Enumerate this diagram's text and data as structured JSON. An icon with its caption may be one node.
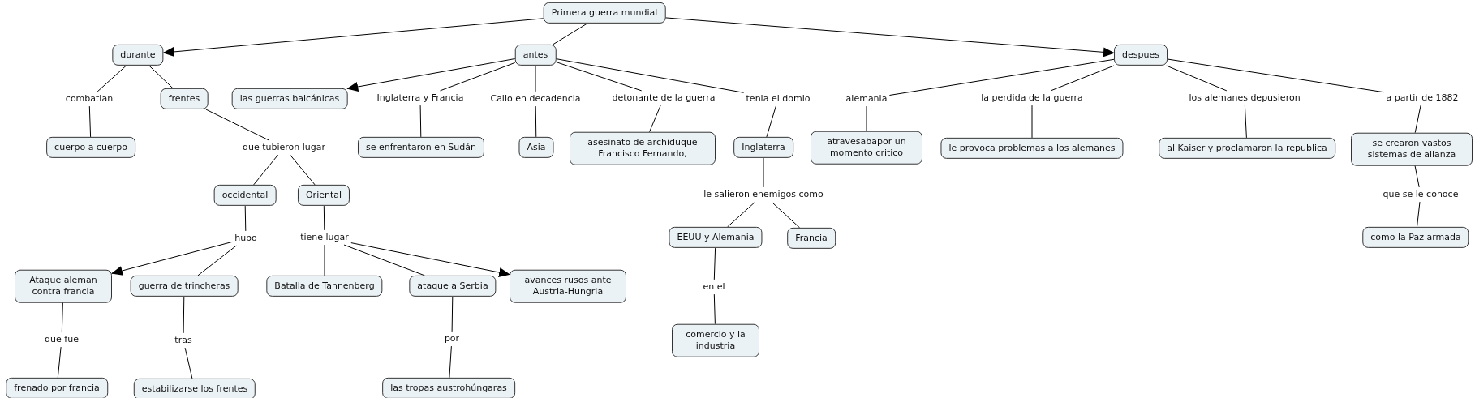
{
  "diagram": {
    "nodes": [
      {
        "text": [
          "Primera guerra mundial"
        ]
      },
      {
        "text": [
          "durante"
        ]
      },
      {
        "text": [
          "antes"
        ]
      },
      {
        "text": [
          "despues"
        ]
      },
      {
        "text": [
          "combatian"
        ]
      },
      {
        "text": [
          "frentes"
        ]
      },
      {
        "text": [
          "las guerras balcánicas"
        ]
      },
      {
        "text": [
          "Inglaterra y Francia"
        ]
      },
      {
        "text": [
          "Callo en decadencia"
        ]
      },
      {
        "text": [
          "detonante de la guerra"
        ]
      },
      {
        "text": [
          "tenia el domio"
        ]
      },
      {
        "text": [
          "alemania"
        ]
      },
      {
        "text": [
          "la perdida de la guerra"
        ]
      },
      {
        "text": [
          "los alemanes depusieron"
        ]
      },
      {
        "text": [
          "a partir de 1882"
        ]
      },
      {
        "text": [
          "cuerpo a cuerpo"
        ]
      },
      {
        "text": [
          "se enfrentaron en Sudán"
        ]
      },
      {
        "text": [
          "Asia"
        ]
      },
      {
        "text": [
          "asesinato de archiduque Francisco Fernando,"
        ]
      },
      {
        "text": [
          "Inglaterra"
        ]
      },
      {
        "text": [
          "atravesabapor un momento critico"
        ]
      },
      {
        "text": [
          "le provoca problemas a los alemanes"
        ]
      },
      {
        "text": [
          "al Kaiser y proclamaron la republica"
        ]
      },
      {
        "text": [
          "se crearon vastos sistemas de alianza"
        ]
      },
      {
        "text": [
          "que tubieron lugar"
        ]
      },
      {
        "text": [
          "le salieron enemigos como"
        ]
      },
      {
        "text": [
          "que se le conoce"
        ]
      },
      {
        "text": [
          "occidental"
        ]
      },
      {
        "text": [
          "Oriental"
        ]
      },
      {
        "text": [
          "EEUU y Alemania"
        ]
      },
      {
        "text": [
          "Francia"
        ]
      },
      {
        "text": [
          "como la Paz armada"
        ]
      },
      {
        "text": [
          "hubo"
        ]
      },
      {
        "text": [
          "tiene lugar"
        ]
      },
      {
        "text": [
          "en el"
        ]
      },
      {
        "text": [
          "Ataque aleman contra francia"
        ]
      },
      {
        "text": [
          "guerra de trincheras"
        ]
      },
      {
        "text": [
          "Batalla de Tannenberg"
        ]
      },
      {
        "text": [
          "ataque a Serbia"
        ]
      },
      {
        "text": [
          "avances rusos ante Austria-Hungria"
        ]
      },
      {
        "text": [
          "comercio y la industria"
        ]
      },
      {
        "text": [
          "que fue"
        ]
      },
      {
        "text": [
          "tras"
        ]
      },
      {
        "text": [
          "por"
        ]
      },
      {
        "text": [
          "frenado por francia"
        ]
      },
      {
        "text": [
          "estabilizarse los frentes"
        ]
      },
      {
        "text": [
          "las tropas austrohúngaras"
        ]
      }
    ],
    "edges": [
      {
        "from": 0,
        "to": 1,
        "arrow": "to"
      },
      {
        "from": 0,
        "to": 2,
        "arrow": "none"
      },
      {
        "from": 0,
        "to": 3,
        "arrow": "to"
      },
      {
        "from": 1,
        "to": 4,
        "arrow": "none"
      },
      {
        "from": 4,
        "to": 15,
        "arrow": "none"
      },
      {
        "from": 1,
        "to": 5,
        "arrow": "none"
      },
      {
        "from": 5,
        "to": 24,
        "arrow": "none"
      },
      {
        "from": 24,
        "to": 27,
        "arrow": "none"
      },
      {
        "from": 24,
        "to": 28,
        "arrow": "none"
      },
      {
        "from": 27,
        "to": 32,
        "arrow": "none"
      },
      {
        "from": 32,
        "to": 35,
        "arrow": "to"
      },
      {
        "from": 32,
        "to": 36,
        "arrow": "none"
      },
      {
        "from": 35,
        "to": 41,
        "arrow": "none"
      },
      {
        "from": 41,
        "to": 44,
        "arrow": "none"
      },
      {
        "from": 36,
        "to": 42,
        "arrow": "none"
      },
      {
        "from": 42,
        "to": 45,
        "arrow": "none"
      },
      {
        "from": 28,
        "to": 33,
        "arrow": "none"
      },
      {
        "from": 33,
        "to": 37,
        "arrow": "none"
      },
      {
        "from": 33,
        "to": 38,
        "arrow": "none"
      },
      {
        "from": 33,
        "to": 39,
        "arrow": "to"
      },
      {
        "from": 38,
        "to": 43,
        "arrow": "none"
      },
      {
        "from": 43,
        "to": 46,
        "arrow": "none"
      },
      {
        "from": 2,
        "to": 6,
        "arrow": "to"
      },
      {
        "from": 2,
        "to": 7,
        "arrow": "none"
      },
      {
        "from": 7,
        "to": 16,
        "arrow": "none"
      },
      {
        "from": 2,
        "to": 8,
        "arrow": "none"
      },
      {
        "from": 8,
        "to": 17,
        "arrow": "none"
      },
      {
        "from": 2,
        "to": 9,
        "arrow": "none"
      },
      {
        "from": 9,
        "to": 18,
        "arrow": "none"
      },
      {
        "from": 2,
        "to": 10,
        "arrow": "none"
      },
      {
        "from": 10,
        "to": 19,
        "arrow": "none"
      },
      {
        "from": 19,
        "to": 25,
        "arrow": "none"
      },
      {
        "from": 25,
        "to": 29,
        "arrow": "none"
      },
      {
        "from": 25,
        "to": 30,
        "arrow": "none"
      },
      {
        "from": 29,
        "to": 34,
        "arrow": "none"
      },
      {
        "from": 34,
        "to": 40,
        "arrow": "none"
      },
      {
        "from": 3,
        "to": 11,
        "arrow": "none"
      },
      {
        "from": 11,
        "to": 20,
        "arrow": "none"
      },
      {
        "from": 3,
        "to": 12,
        "arrow": "none"
      },
      {
        "from": 12,
        "to": 21,
        "arrow": "none"
      },
      {
        "from": 3,
        "to": 13,
        "arrow": "none"
      },
      {
        "from": 13,
        "to": 22,
        "arrow": "none"
      },
      {
        "from": 3,
        "to": 14,
        "arrow": "none"
      },
      {
        "from": 14,
        "to": 23,
        "arrow": "none"
      },
      {
        "from": 23,
        "to": 26,
        "arrow": "none"
      },
      {
        "from": 26,
        "to": 31,
        "arrow": "none"
      }
    ]
  }
}
